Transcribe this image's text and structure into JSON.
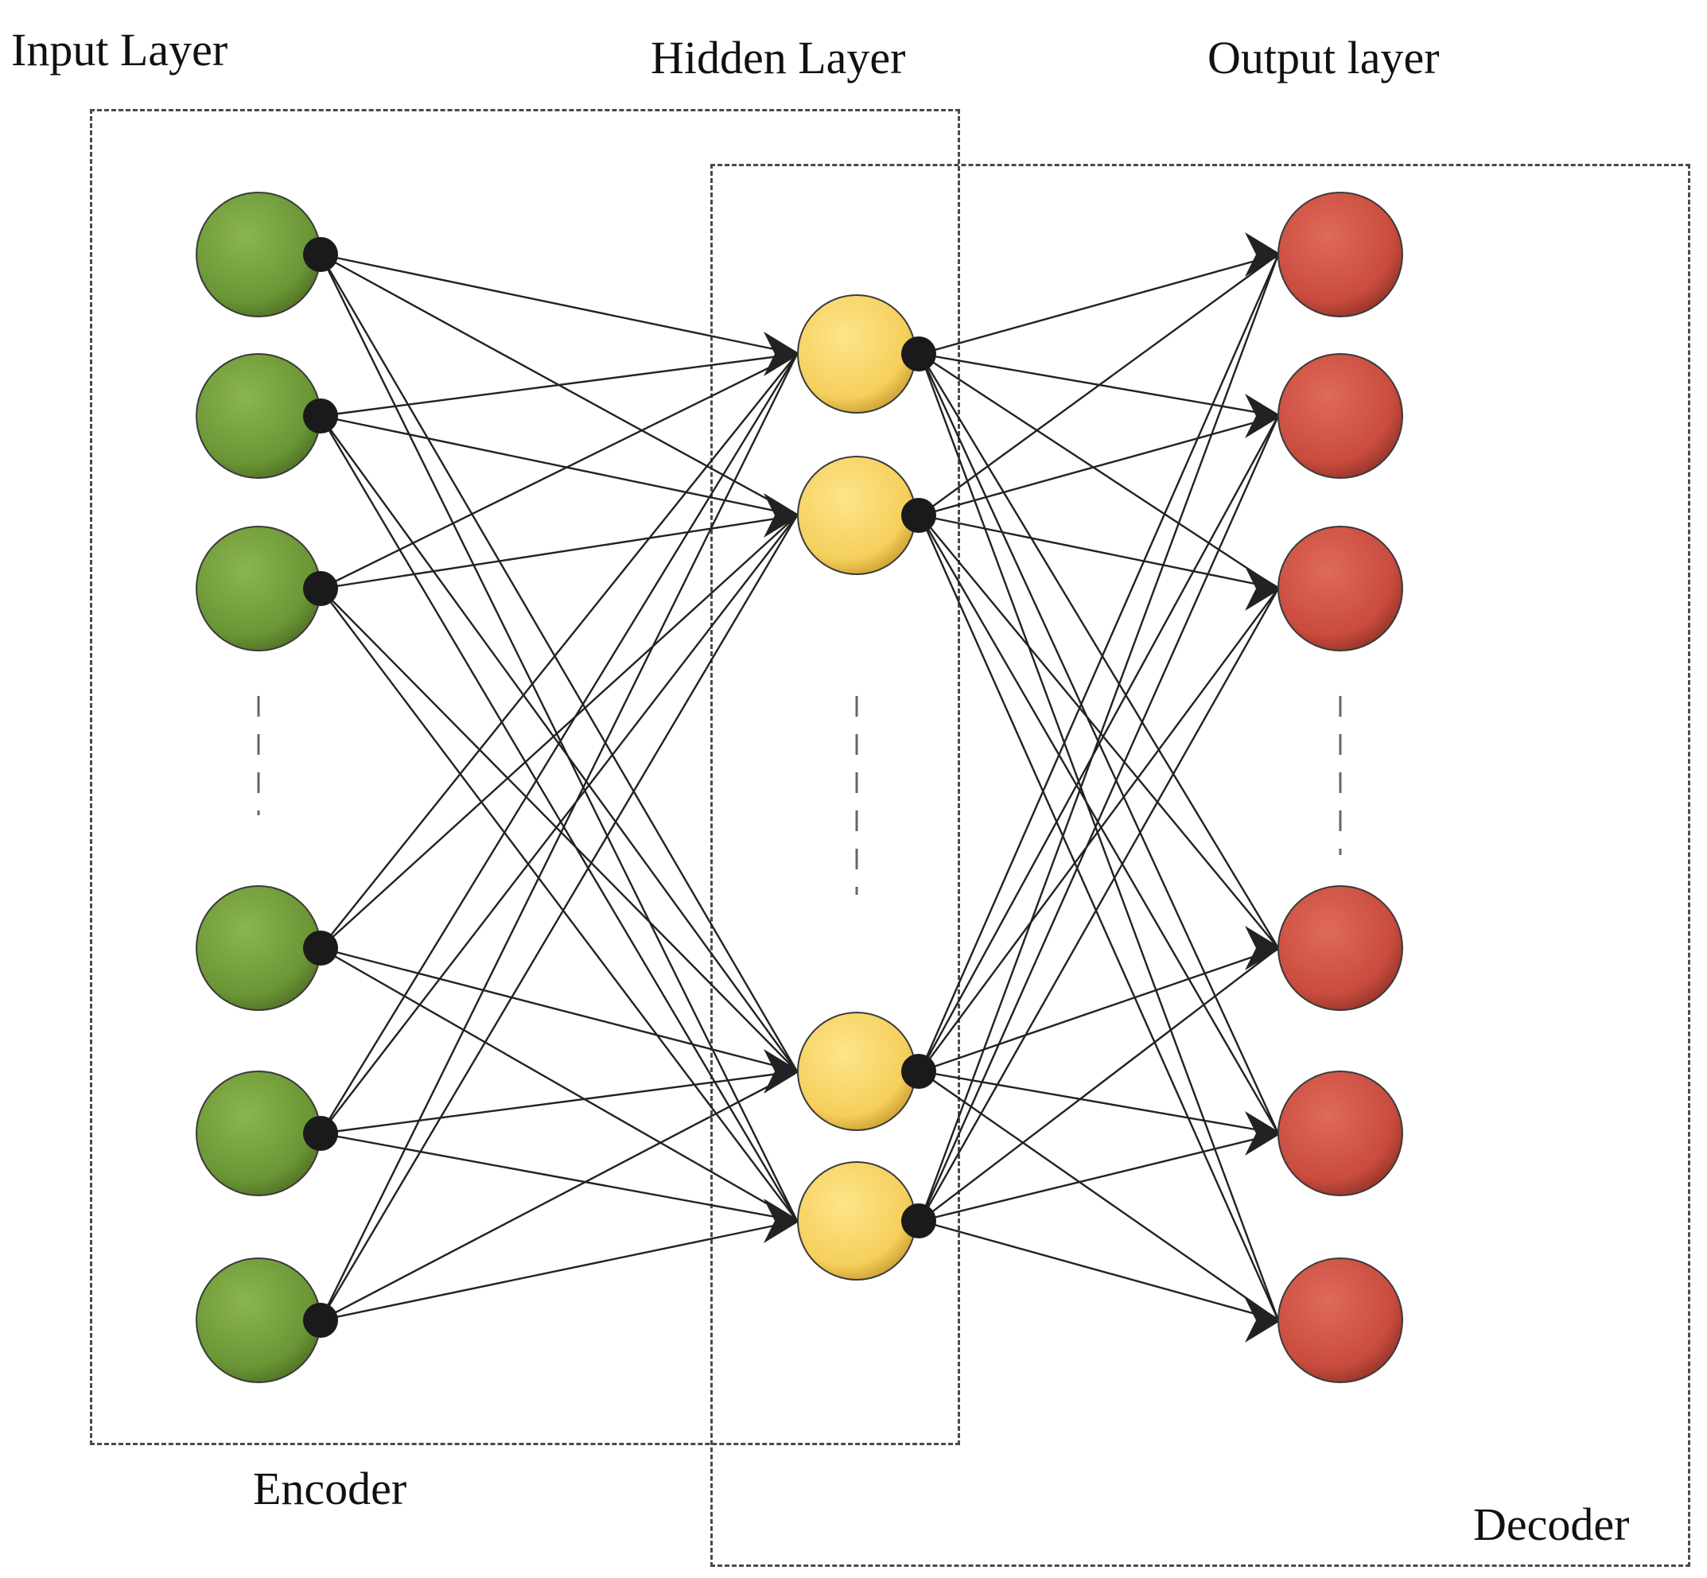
{
  "labels": {
    "input_layer": "Input Layer",
    "hidden_layer": "Hidden Layer",
    "output_layer": "Output layer",
    "encoder": "Encoder",
    "decoder": "Decoder"
  },
  "layers": {
    "input": {
      "visible_nodes": 6,
      "has_ellipsis": true,
      "color": "#6f9a3a"
    },
    "hidden": {
      "visible_nodes": 4,
      "has_ellipsis": true,
      "color": "#f5d162"
    },
    "output": {
      "visible_nodes": 6,
      "has_ellipsis": true,
      "color": "#cc4f41"
    }
  },
  "connections": "fully-connected with arrowheads",
  "colors": {
    "line": "#222222",
    "connector": "#1a1a1a",
    "frame": "#4a4a4a"
  }
}
